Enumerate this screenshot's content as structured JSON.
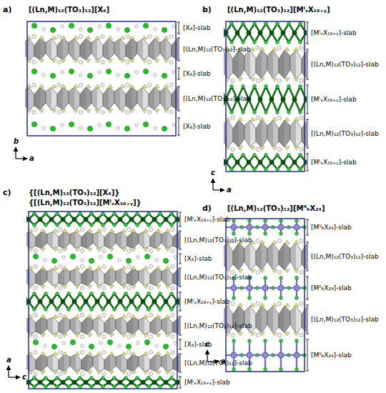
{
  "diagram": {
    "labels": [
      "a)",
      "[(Ln,M)₁₂(TO₃)₁₂][X₆]",
      "[X₆]-slab",
      "[(Ln,M)₁₂(TO₃)₁₂]-slab",
      "[X₆]-slab",
      "[(Ln,M)₁₂(TO₃)₁₂]-slab",
      "[X₆]-slab",
      "b",
      "a",
      "b)",
      "[(Ln,M)₁₂(TO₃)₁₂][MᴵₓX₁₆₊ᵧ]",
      "[MᴵₓX₁₆₊ᵧ]-slab",
      "[(Ln,M)₁₂(TO₃)₁₂]-slab",
      "[MᴵₓX₁₆₊ᵧ]-slab",
      "[(Ln,M)₁₂(TO₃)₁₂]-slab",
      "[MᴵₓX₁₆₊ᵧ]-slab",
      "c",
      "a",
      "c)",
      "{[(Ln,M)₁₂(TO₃)₁₂][X₆]}",
      "{[(Ln,M)₁₂(TO₃)₁₂][MᴵₓX₁₆₊ᵧ]}",
      "[MᴵₓX₁₆₊ᵧ]-slab",
      "[(Ln,M)₁₂(TO₃)₁₂]-slab",
      "[X₆]-slab",
      "[(Ln,M)₁₂(TO₃)₁₂]-slab",
      "[MᴵₓX₁₆₊ᵧ]-slab",
      "[(Ln,M)₁₂(TO₃)₁₂]-slab",
      "[X₆]-slab",
      "[(Ln,M)₁₂(TO₃)₁₂]-slab",
      "[MᴵₓX₁₆₊ᵧ]-slab",
      "a",
      "c",
      "d)",
      "[(Ln,M)₁₂(TO₃)₁₂][Mᴵᴵ₆X₂₄]",
      "[Mᴵᴵ₆X₂₄]-slab",
      "[(Ln,M)₁₂(TO₃)₁₂]-slab",
      "[Mᴵᴵ₆X₂₄]-slab",
      "[(Ln,M)₁₂(TO₃)₁₂]-slab",
      "[Mᴵᴵ₆X₂₄]-slab",
      "c",
      "a"
    ]
  }
}
